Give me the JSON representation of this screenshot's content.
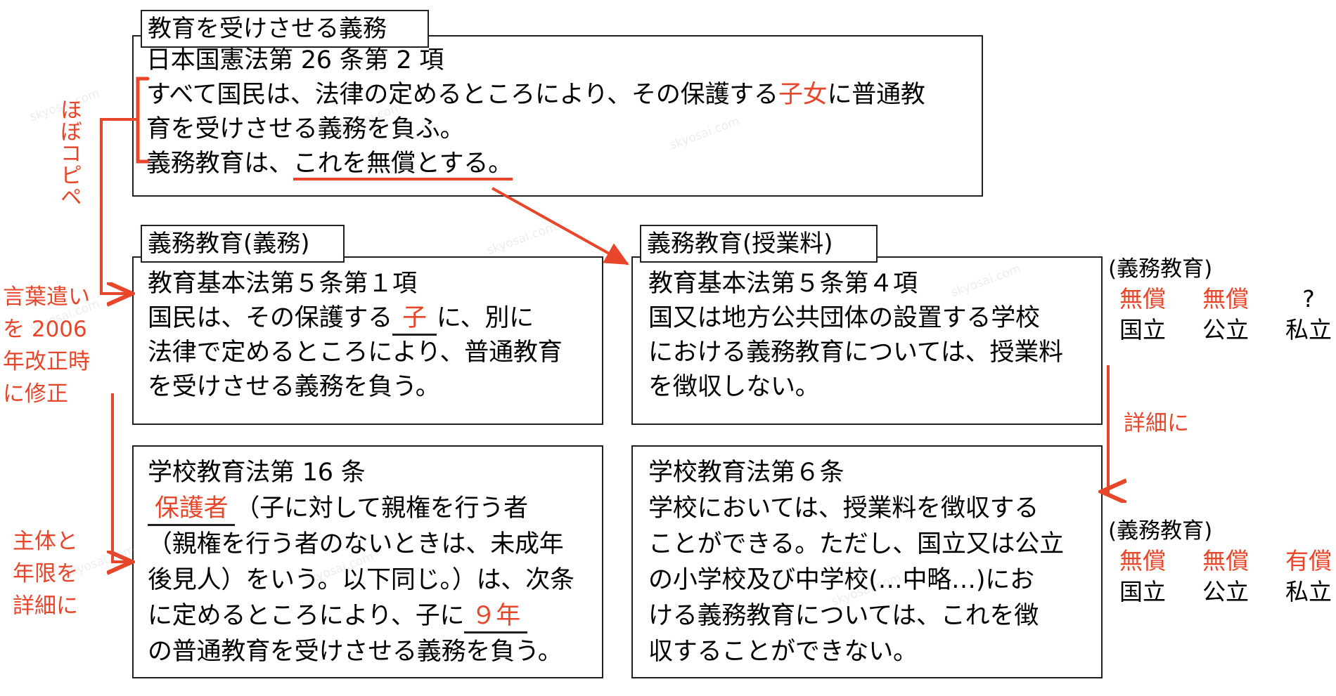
{
  "diagram": {
    "title_hidden": "",
    "accent_color": "#e8462a",
    "line_color": "#231f20"
  },
  "boxes": {
    "constitution": {
      "tag": "教育を受けさせる義務",
      "lines": [
        "日本国憲法第 26 条第 2 項",
        "すべて国民は、法律の定めるところにより、その保護する子女に普通教",
        "育を受けさせる義務を負ふ。",
        "義務教育は、これを無償とする。"
      ],
      "line1": "日本国憲法第 26 条第 2 項",
      "line2a": "すべて国民は、法律の定めるところにより、その保護する",
      "line2b": "子女",
      "line2c": "に普通教",
      "line3": "育を受けさせる義務を負ふ。",
      "line4a": "義務教育は、",
      "line4b": "これを無償とする。"
    },
    "kihonho_gimu": {
      "tag": "義務教育(義務)",
      "line1": "教育基本法第５条第１項",
      "line2a": "国民は、その保護する",
      "line2b": "子",
      "line2c": "に、別に",
      "line3": "法律で定めるところにより、普通教育",
      "line4": "を受けさせる義務を負う。"
    },
    "kihonho_jugyoryo": {
      "tag": "義務教育(授業料)",
      "line1": "教育基本法第５条第４項",
      "line2": "国又は地方公共団体の設置する学校",
      "line3": "における義務教育については、授業料",
      "line4": "を徴収しない。"
    },
    "gakkoho_16": {
      "line1": "学校教育法第 16 条",
      "line2a": "保護者",
      "line2b": "（子に対して親権を行う者",
      "line3": "（親権を行う者のないときは、未成年",
      "line4": "後見人）をいう。以下同じ。）は、次条",
      "line5a": "に定めるところにより、子に",
      "line5b": "９年",
      "line6": "の普通教育を受けさせる義務を負う。"
    },
    "gakkoho_6": {
      "line1": "学校教育法第６条",
      "line2": "学校においては、授業料を徴収する",
      "line3": "ことができる。ただし、国立又は公立",
      "line4": "の小学校及び中学校(…中略…)にお",
      "line5": "ける義務教育については、これを徴",
      "line6": "収することができない。"
    }
  },
  "annotations": {
    "copy_paste": "ほぼコピペ",
    "wording_fix": [
      "言葉遣い",
      "を 2006",
      "年改正時",
      "に修正"
    ],
    "subject_term": [
      "主体と",
      "年限を",
      "詳細に"
    ],
    "detail_right": "詳細に"
  },
  "legends": [
    {
      "id": "legend-upper",
      "head": "(義務教育)",
      "status": [
        "無償",
        "無償",
        "?"
      ],
      "status_kinds": [
        "red",
        "red",
        "black"
      ],
      "kinds": [
        "国立",
        "公立",
        "私立"
      ]
    },
    {
      "id": "legend-lower",
      "head": "(義務教育)",
      "status": [
        "無償",
        "無償",
        "有償"
      ],
      "status_kinds": [
        "red",
        "red",
        "red"
      ],
      "kinds": [
        "国立",
        "公立",
        "私立"
      ]
    }
  ],
  "watermark": "skyosai.com"
}
